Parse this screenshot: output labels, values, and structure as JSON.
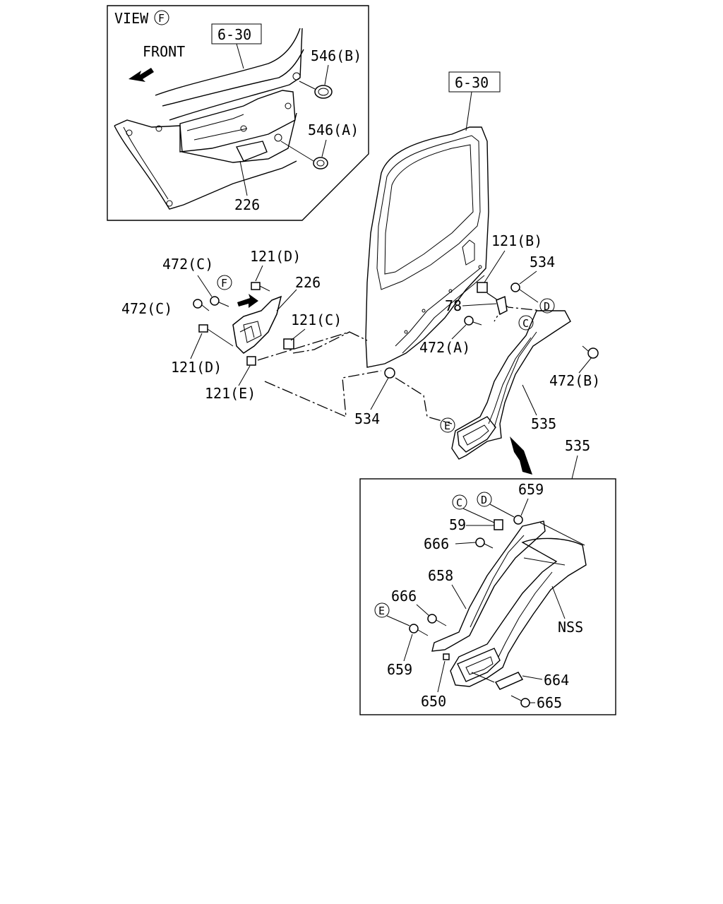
{
  "view_box": {
    "title": "VIEW",
    "title_circle": "F",
    "ref": "6-30",
    "front": "FRONT",
    "labels": [
      "546(B)",
      "546(A)",
      "226"
    ]
  },
  "main": {
    "door_ref": "6-30",
    "labels": {
      "l_121D_top": "121(D)",
      "l_472C_top": "472(C)",
      "l_226": "226",
      "l_472C_left": "472(C)",
      "l_121C": "121(C)",
      "l_121D_bot": "121(D)",
      "l_121E": "121(E)",
      "l_534_bot": "534",
      "l_121B": "121(B)",
      "l_534_top": "534",
      "l_78": "78",
      "l_472A": "472(A)",
      "l_472B": "472(B)",
      "l_535": "535"
    },
    "circles": {
      "c_F": "F",
      "c_D": "D",
      "c_C": "C",
      "c_E": "E"
    }
  },
  "detail": {
    "ref": "535",
    "labels": {
      "d_659_top": "659",
      "d_59": "59",
      "d_666_top": "666",
      "d_658": "658",
      "d_666_mid": "666",
      "d_nss": "NSS",
      "d_659_bot": "659",
      "d_650": "650",
      "d_664": "664",
      "d_665": "665"
    },
    "circles": {
      "dc_C": "C",
      "dc_D": "D",
      "dc_E": "E"
    }
  }
}
